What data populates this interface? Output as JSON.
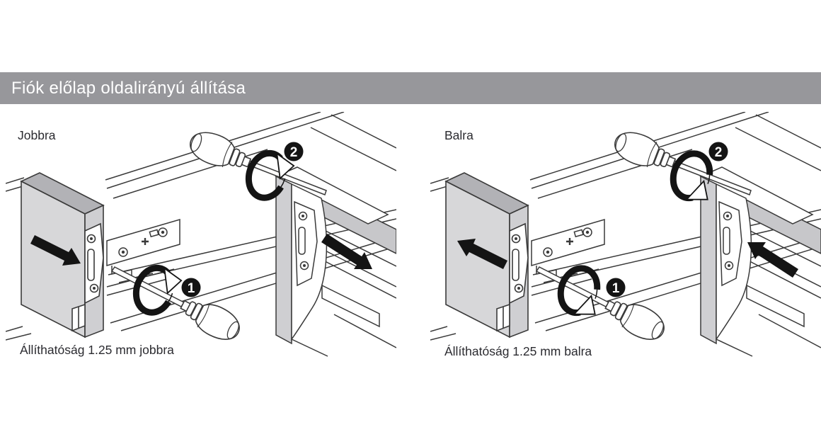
{
  "title_bar": {
    "title": "Fiók előlap oldalirányú állítása"
  },
  "panels": [
    {
      "id": "jobbra",
      "label": "Jobbra",
      "caption": "Állíthatóság 1.25 mm jobbra",
      "direction": "right",
      "steps": {
        "lower": "1",
        "upper": "2"
      }
    },
    {
      "id": "balra",
      "label": "Balra",
      "caption": "Állíthatóság 1.25 mm balra",
      "direction": "left",
      "steps": {
        "lower": "1",
        "upper": "2"
      }
    }
  ],
  "colors": {
    "title_bar_bg": "#97979b",
    "title_text": "#ffffff",
    "body_text": "#2b2b30",
    "line": "#3a3a3a",
    "black_marker": "#141414",
    "panel_face": "#d7d7d9",
    "panel_top": "#b2b2b6",
    "panel_edge": "#cfcfd2",
    "drawer_side": "#c7c7ca"
  }
}
